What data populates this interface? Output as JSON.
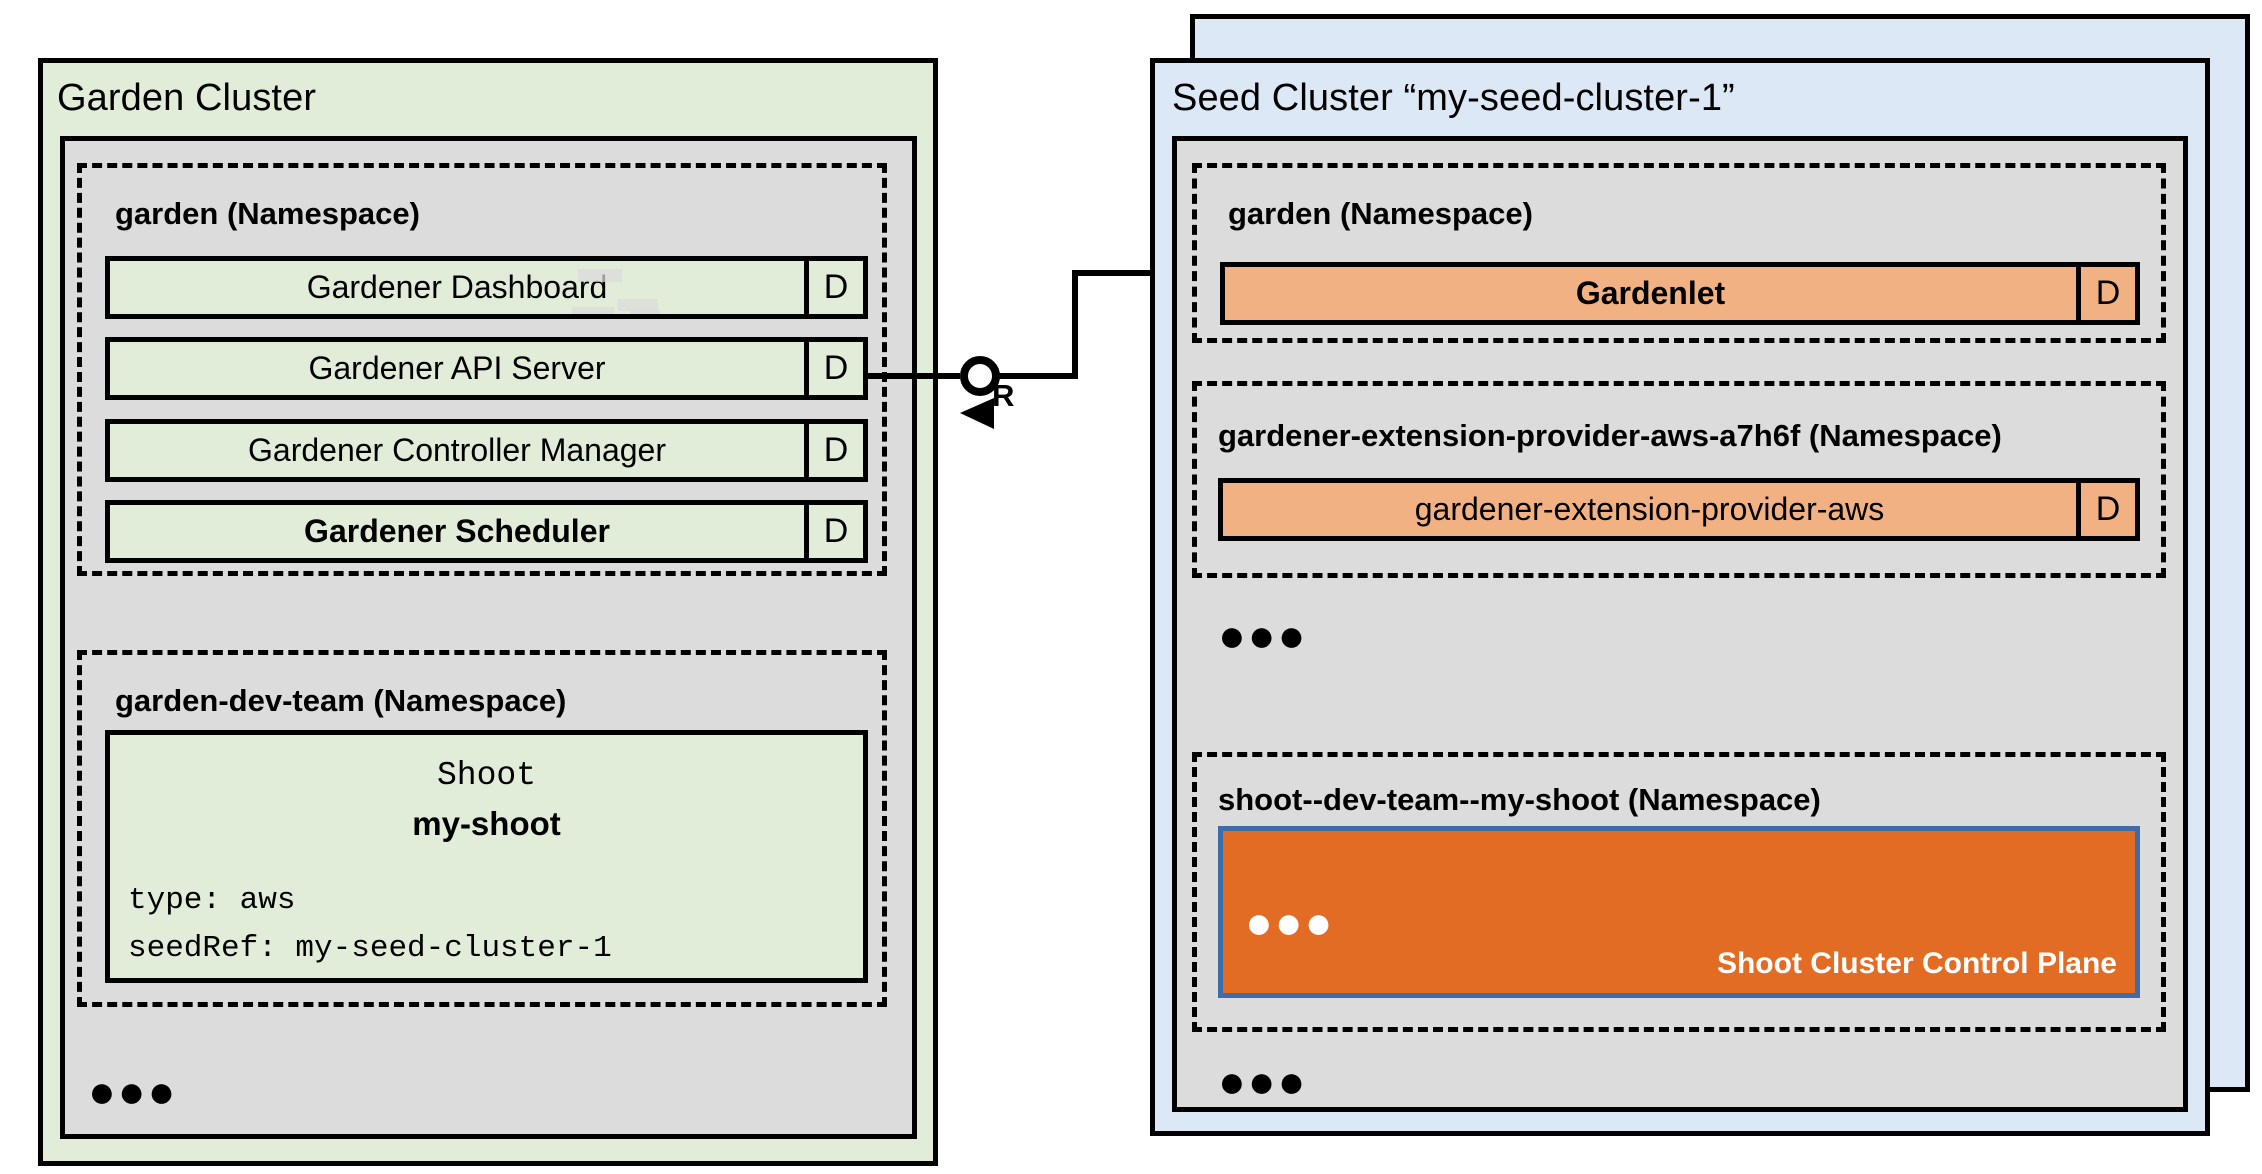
{
  "diagram": {
    "title": "Gardener Garden Cluster and Seed Cluster architecture",
    "colors": {
      "green_fill": "#e2edd9",
      "blue_fill": "#dce8f5",
      "gray_fill": "#dcdcdc",
      "light_orange_fill": "#f2b183",
      "dark_orange_fill": "#e36c25",
      "control_plane_border": "#3d6ca8",
      "line": "#000000"
    }
  },
  "garden_cluster": {
    "title": "Garden Cluster",
    "ellipsis": "●●●",
    "namespaces": [
      {
        "title": "garden (Namespace)",
        "components": [
          {
            "label": "Gardener Dashboard",
            "badge": "D",
            "bold": false
          },
          {
            "label": "Gardener API Server",
            "badge": "D",
            "bold": false
          },
          {
            "label": "Gardener Controller Manager",
            "badge": "D",
            "bold": false
          },
          {
            "label": "Gardener Scheduler",
            "badge": "D",
            "bold": true
          }
        ]
      },
      {
        "title": "garden-dev-team (Namespace)",
        "shoot": {
          "kind": "Shoot",
          "name": "my-shoot",
          "spec_type": "type: aws",
          "spec_seed_ref": "seedRef: my-seed-cluster-1"
        }
      }
    ]
  },
  "connector": {
    "label": "R",
    "socket_icon": "circle-socket-icon",
    "arrow_icon": "left-arrowhead-icon"
  },
  "seed_cluster": {
    "title": "Seed Cluster “my-seed-cluster-1”",
    "ellipsis_after_extension": "●●●",
    "ellipsis_bottom": "●●●",
    "namespaces": [
      {
        "title": "garden (Namespace)",
        "components": [
          {
            "label": "Gardenlet",
            "badge": "D",
            "bold": true
          }
        ]
      },
      {
        "title": "gardener-extension-provider-aws-a7h6f (Namespace)",
        "components": [
          {
            "label": "gardener-extension-provider-aws",
            "badge": "D",
            "bold": false
          }
        ]
      },
      {
        "title": "shoot--dev-team--my-shoot (Namespace)",
        "control_plane": {
          "label": "Shoot Cluster Control Plane",
          "ellipsis": "●●●"
        }
      }
    ]
  }
}
